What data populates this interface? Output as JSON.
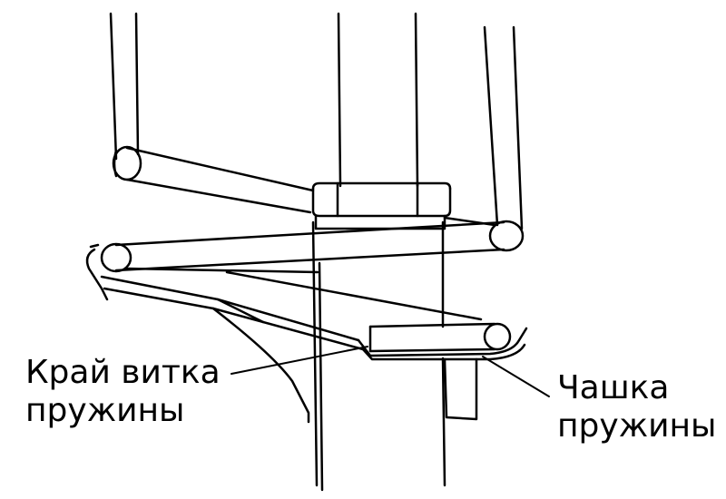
{
  "labels": {
    "coil_end": {
      "line1": "Край витка",
      "line2": "пружины"
    },
    "spring_cup": {
      "line1": "Чашка",
      "line2": "пружины"
    }
  },
  "colors": {
    "ink": "#000000",
    "background": "#ffffff"
  }
}
